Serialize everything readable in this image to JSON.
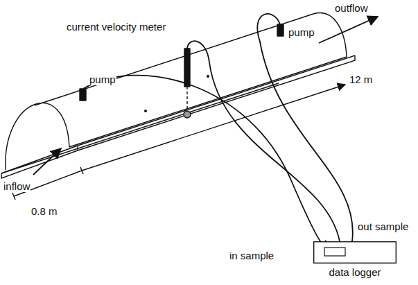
{
  "diagram": {
    "nodes": [
      {
        "text": [
          "data logger"
        ]
      }
    ],
    "labels": [
      "current velocity meter",
      "outflow",
      "pump",
      "12 m",
      "pump",
      "inflow",
      "0.8 m",
      "out sample",
      "in sample"
    ]
  }
}
